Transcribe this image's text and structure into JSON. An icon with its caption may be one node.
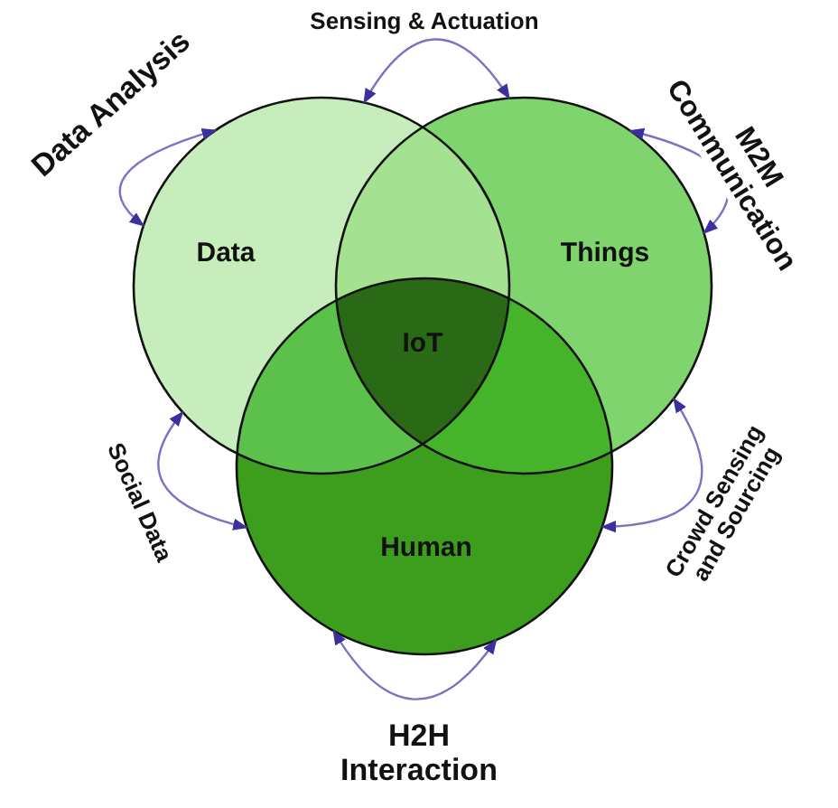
{
  "diagram": {
    "nodes": [
      {
        "text": [
          "Data"
        ]
      },
      {
        "text": [
          "Things"
        ]
      },
      {
        "text": [
          "Human"
        ]
      },
      {
        "text": [
          "IoT"
        ]
      }
    ],
    "edges": [
      {
        "from": 0,
        "to": 1,
        "arrow": "both",
        "label": "Sensing & Actuation"
      },
      {
        "from": 0,
        "to": 0,
        "arrow": "both",
        "label": "Data Analysis"
      },
      {
        "from": 1,
        "to": 1,
        "arrow": "both",
        "label": "M2M Communication"
      },
      {
        "from": 0,
        "to": 2,
        "arrow": "both",
        "label": "Social Data"
      },
      {
        "from": 1,
        "to": 2,
        "arrow": "both",
        "label": "Crowd Sensing and Sourcing"
      },
      {
        "from": 2,
        "to": 2,
        "arrow": "both",
        "label": "H2H Interaction"
      }
    ]
  }
}
